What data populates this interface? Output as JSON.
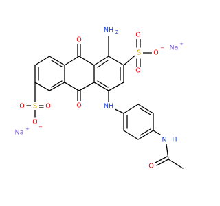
{
  "atoms": {
    "oxygen": "O",
    "nitrogen_amine": "NH",
    "amine_h2": "2",
    "nitrogen_amino": "N",
    "amino_h": "H",
    "sulfur": "S",
    "sodium": "Na",
    "plus": "+",
    "minus": "−"
  },
  "colors": {
    "bond": "#000000",
    "oxygen": "#e8000b",
    "nitrogen": "#1e3fd1",
    "sulfur": "#c8a000",
    "sodium": "#7b5cd6"
  }
}
